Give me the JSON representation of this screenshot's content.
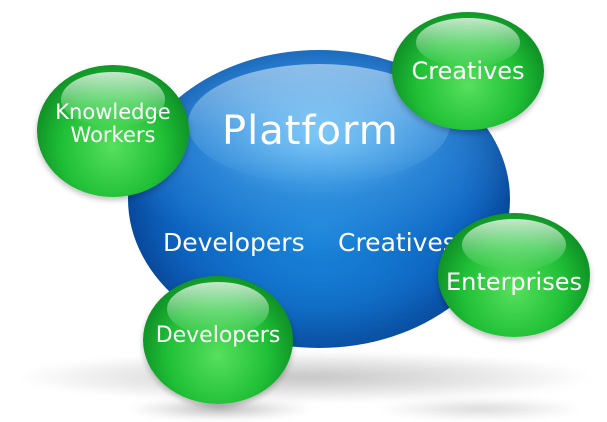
{
  "diagram": {
    "center": {
      "title": "Platform",
      "inner_labels": [
        "Developers",
        "Creatives"
      ]
    },
    "satellites": [
      {
        "label_lines": [
          "Knowledge",
          "Workers"
        ]
      },
      {
        "label_lines": [
          "Creatives"
        ]
      },
      {
        "label_lines": [
          "Enterprises"
        ]
      },
      {
        "label_lines": [
          "Developers"
        ]
      }
    ],
    "colors": {
      "platform_blue": "#0d63c0",
      "bubble_green": "#1fbf36",
      "text": "#ffffff"
    }
  }
}
